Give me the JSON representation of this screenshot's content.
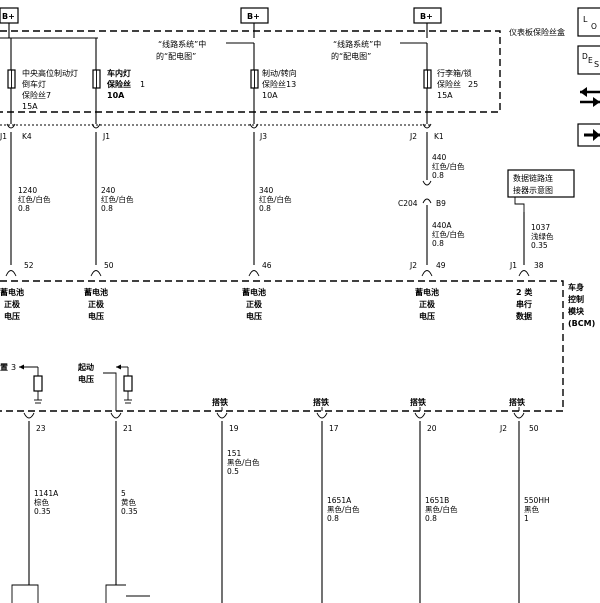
{
  "bplus": "B+",
  "ip_fuse_block": "仪表板保险丝盒",
  "ref1": {
    "l1": "“线路系统”中",
    "l2": "的“配电图”"
  },
  "ref2": {
    "l1": "“线路系统”中",
    "l2": "的“配电图”"
  },
  "fuses": [
    {
      "l1": "中央高位制动灯",
      "l2": "倒车灯",
      "l3": "保险丝7",
      "l4": "15A",
      "bold": false,
      "extra": ""
    },
    {
      "l1": "车内灯",
      "l2": "保险丝",
      "l3": "10A",
      "l4": "",
      "bold": true,
      "extra": "1"
    },
    {
      "l1": "制动/转向",
      "l2": "保险丝13",
      "l3": "10A",
      "l4": "",
      "bold": false,
      "extra": ""
    },
    {
      "l1": "行李箱/锁",
      "l2": "保险丝",
      "l3": "15A",
      "l4": "",
      "bold": false,
      "extra": "25"
    }
  ],
  "upper_pins": [
    {
      "conn": "J1",
      "pin": "K4"
    },
    {
      "conn": "",
      "pin": "J1"
    },
    {
      "conn": "",
      "pin": "J3"
    },
    {
      "conn": "J2",
      "pin": "K1"
    }
  ],
  "upper_wires": [
    {
      "num": "1240",
      "color": "红色/白色",
      "size": "0.8"
    },
    {
      "num": "240",
      "color": "红色/白色",
      "size": "0.8"
    },
    {
      "num": "340",
      "color": "红色/白色",
      "size": "0.8"
    },
    {
      "num": "440",
      "color": "红色/白色",
      "size": "0.8"
    }
  ],
  "c204": {
    "conn": "C204",
    "pin": "B9"
  },
  "wire_440a": {
    "num": "440A",
    "color": "红色/白色",
    "size": "0.8"
  },
  "data_link": {
    "l1": "数据链路连",
    "l2": "接器示意图"
  },
  "wire_1037": {
    "num": "1037",
    "color": "浅绿色",
    "size": "0.35"
  },
  "bcm_pins": [
    {
      "conn": "",
      "pin": "52"
    },
    {
      "conn": "",
      "pin": "50"
    },
    {
      "conn": "",
      "pin": "46"
    },
    {
      "conn": "J2",
      "pin": "49"
    },
    {
      "conn": "J1",
      "pin": "38"
    }
  ],
  "bcm_inputs": [
    {
      "l1": "蓄电池",
      "l2": "正极",
      "l3": "电压"
    },
    {
      "l1": "蓄电池",
      "l2": "正极",
      "l3": "电压"
    },
    {
      "l1": "蓄电池",
      "l2": "正极",
      "l3": "电压"
    },
    {
      "l1": "蓄电池",
      "l2": "正极",
      "l3": "电压"
    },
    {
      "l1": "2 类",
      "l2": "串行",
      "l3": "数据"
    }
  ],
  "bcm_label": {
    "l1": "车身",
    "l2": "控制",
    "l3": "模块",
    "l4": "(BCM)"
  },
  "cut_label": {
    "text": "置",
    "pin": "3"
  },
  "start_label": {
    "l1": "起动",
    "l2": "电压"
  },
  "ground_label": "搭铁",
  "lower_pins": [
    {
      "conn": "",
      "pin": "23"
    },
    {
      "conn": "",
      "pin": "21"
    },
    {
      "conn": "",
      "pin": "19"
    },
    {
      "conn": "",
      "pin": "17"
    },
    {
      "conn": "",
      "pin": "20"
    },
    {
      "conn": "J2",
      "pin": "50"
    }
  ],
  "lower_wires": [
    {
      "num": "1141A",
      "color": "棕色",
      "size": "0.35"
    },
    {
      "num": "5",
      "color": "黄色",
      "size": "0.35"
    },
    {
      "num": "151",
      "color": "黑色/白色",
      "size": "0.5"
    },
    {
      "num": "1651A",
      "color": "黑色/白色",
      "size": "0.8"
    },
    {
      "num": "1651B",
      "color": "黑色/白色",
      "size": "0.8"
    },
    {
      "num": "550HH",
      "color": "黑色",
      "size": "1"
    }
  ],
  "legend": {
    "box1_main": "L",
    "box1_sub": "O",
    "box2_main": "D",
    "box2_sub": "E",
    "box2_tail": "S"
  }
}
